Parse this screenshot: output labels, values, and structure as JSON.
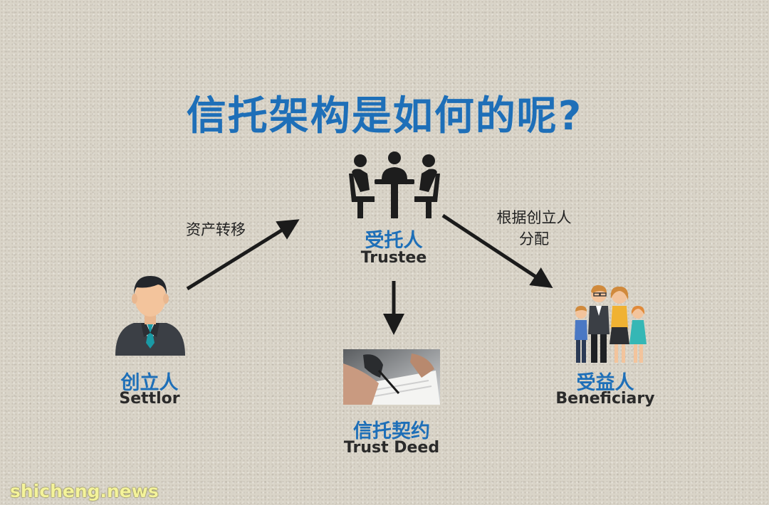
{
  "title": "信托架构是如何的呢?",
  "nodes": {
    "settlor": {
      "cn": "创立人",
      "en": "Settlor"
    },
    "trustee": {
      "cn": "受托人",
      "en": "Trustee"
    },
    "trust_deed": {
      "cn": "信托契约",
      "en": "Trust Deed"
    },
    "beneficiary": {
      "cn": "受益人",
      "en": "Beneficiary"
    }
  },
  "edges": {
    "settlor_to_trustee": "资产转移",
    "trustee_to_beneficiary_line1": "根据创立人",
    "trustee_to_beneficiary_line2": "分配"
  },
  "colors": {
    "title_blue": "#1e6fb8",
    "arrow": "#1b1b1b",
    "label_dark": "#2a2a2a"
  },
  "icons": {
    "settlor": "businessman-icon",
    "trustee": "meeting-icon",
    "trust_deed": "signing-document-photo",
    "beneficiary": "family-icon"
  },
  "watermark": "shicheng.news"
}
